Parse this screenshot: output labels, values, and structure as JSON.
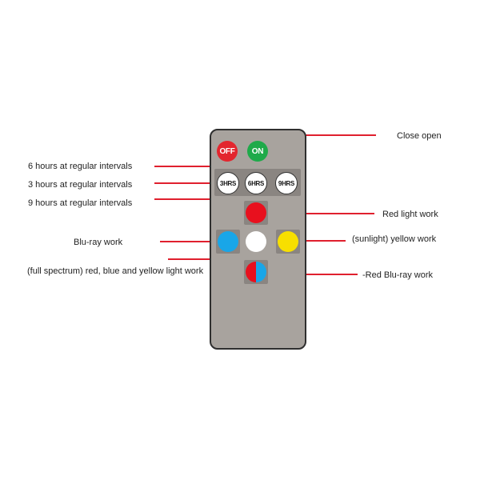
{
  "remote": {
    "buttons": {
      "off": "OFF",
      "on": "ON",
      "hrs3": "3HRS",
      "hrs6": "6HRS",
      "hrs9": "9HRS"
    }
  },
  "labels": {
    "close_open": "Close open",
    "six_hours": "6 hours at regular intervals",
    "three_hours": "3 hours at regular intervals",
    "nine_hours": "9 hours at regular intervals",
    "red_light": "Red light work",
    "blu_ray": "Blu-ray work",
    "yellow": "(sunlight) yellow work",
    "full_spectrum": "(full spectrum) red, blue and yellow light work",
    "red_blu_ray": "-Red Blu-ray work"
  },
  "colors": {
    "line": "#e0202e",
    "remote_body": "#a8a39e",
    "remote_pad": "#8a8581",
    "off": "#e3262e",
    "on": "#1faa4a",
    "red": "#e8101e",
    "blue": "#19a6e8",
    "white": "#ffffff",
    "yellow": "#f7df00"
  }
}
